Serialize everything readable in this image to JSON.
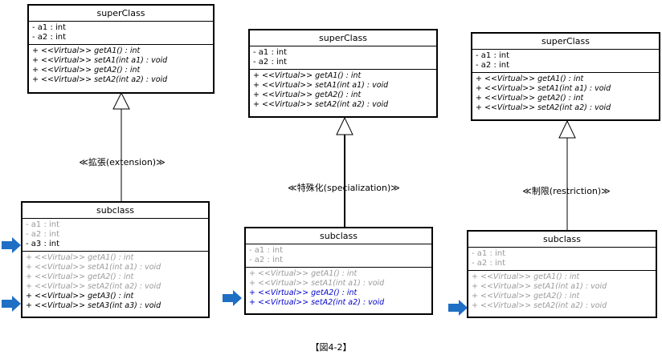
{
  "diagrams": [
    {
      "super": {
        "name": "superClass",
        "attrs": [
          "- a1 : int",
          "- a2 : int"
        ],
        "ops": [
          "+ <<Virtual>> getA1() : int",
          "+ <<Virtual>> setA1(int a1) : void",
          "+ <<Virtual>> getA2() : int",
          "+ <<Virtual>> setA2(int a2) : void"
        ]
      },
      "relation": "≪拡張(extension)≫",
      "sub": {
        "name": "subclass",
        "attrs": [
          {
            "text": "- a1 : int",
            "style": "gray"
          },
          {
            "text": "- a2 : int",
            "style": "gray"
          },
          {
            "text": "- a3 : int",
            "style": "black"
          }
        ],
        "ops": [
          {
            "text": "+ <<Virtual>> getA1() : int",
            "style": "gray"
          },
          {
            "text": "+ <<Virtual>> setA1(int a1) : void",
            "style": "gray"
          },
          {
            "text": "+ <<Virtual>> getA2() : int",
            "style": "gray"
          },
          {
            "text": "+ <<Virtual>> setA2(int a2) : void",
            "style": "gray"
          },
          {
            "text": "+ <<Virtual>> getA3() : int",
            "style": "black"
          },
          {
            "text": "+ <<Virtual>> setA3(int a3) : void",
            "style": "black"
          }
        ]
      }
    },
    {
      "super": {
        "name": "superClass",
        "attrs": [
          "- a1 : int",
          "- a2 : int"
        ],
        "ops": [
          "+ <<Virtual>> getA1() : int",
          "+ <<Virtual>> setA1(int a1) : void",
          "+ <<Virtual>> getA2() : int",
          "+ <<Virtual>> setA2(int a2) : void"
        ]
      },
      "relation": "≪特殊化(specialization)≫",
      "sub": {
        "name": "subclass",
        "attrs": [
          {
            "text": "- a1 : int",
            "style": "gray"
          },
          {
            "text": "- a2 : int",
            "style": "gray"
          }
        ],
        "ops": [
          {
            "text": "+ <<Virtual>> getA1() : int",
            "style": "gray"
          },
          {
            "text": "+ <<Virtual>> setA1(int a1) : void",
            "style": "gray"
          },
          {
            "text": "+ <<Virtual>> getA2() : int",
            "style": "blue"
          },
          {
            "text": "+ <<Virtual>> setA2(int a2) : void",
            "style": "blue"
          }
        ]
      }
    },
    {
      "super": {
        "name": "superClass",
        "attrs": [
          "- a1 : int",
          "- a2 : int"
        ],
        "ops": [
          "+ <<Virtual>> getA1() : int",
          "+ <<Virtual>> setA1(int a1) : void",
          "+ <<Virtual>> getA2() : int",
          "+ <<Virtual>> setA2(int a2) : void"
        ]
      },
      "relation": "≪制限(restriction)≫",
      "sub": {
        "name": "subclass",
        "attrs": [
          {
            "text": "- a1 : int",
            "style": "gray"
          },
          {
            "text": "- a2 : int",
            "style": "gray"
          }
        ],
        "ops": [
          {
            "text": "+ <<Virtual>> getA1() : int",
            "style": "gray"
          },
          {
            "text": "+ <<Virtual>> setA1(int a1) : void",
            "style": "gray"
          },
          {
            "text": "+ <<Virtual>> getA2() : int",
            "style": "gray"
          },
          {
            "text": "+ <<Virtual>> setA2(int a2) : void",
            "style": "gray"
          }
        ]
      }
    }
  ],
  "caption": "【図4-2】",
  "colors": {
    "marker": "#1f6fc4",
    "gray_text": "#9a9a9a",
    "blue_text": "#0000cc"
  }
}
